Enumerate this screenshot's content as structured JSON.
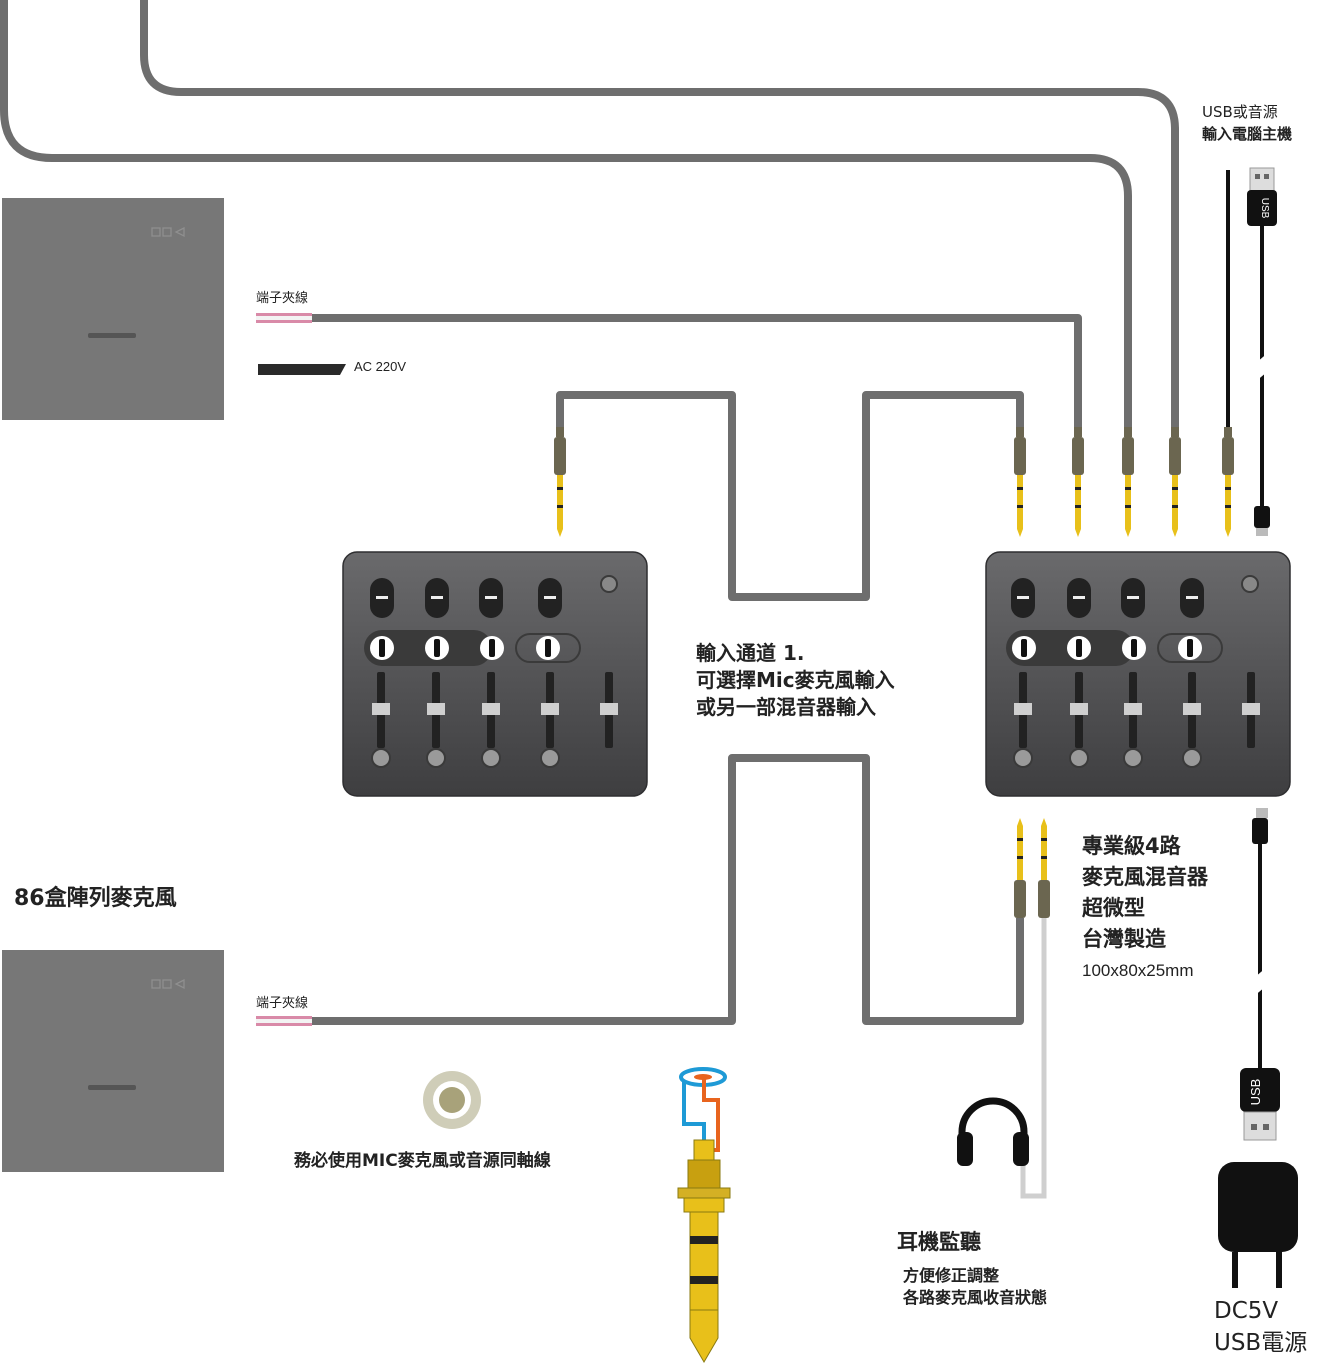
{
  "labels": {
    "usb_or_audio_to_pc": [
      "USB或音源",
      "輸入電腦主機"
    ],
    "terminal_wire_top": "端子夾線",
    "ac_220v": "AC 220V",
    "input_channel_1": [
      "輸入通道 1.",
      "可選擇Mic麥克風輸入",
      "或另一部混音器輸入"
    ],
    "box86_array_mic": "86盒陣列麥克風",
    "terminal_wire_bottom": "端子夾線",
    "mixer_description": [
      "專業級4路",
      "麥克風混音器",
      "超微型",
      "台灣製造"
    ],
    "mixer_dimensions": "100x80x25mm",
    "must_use_coax": "務必使用MIC麥克風或音源同軸線",
    "headphone_title": "耳機監聽",
    "headphone_desc": [
      "方便修正調整",
      "各路麥克風收音狀態"
    ],
    "power_label": [
      "DC5V",
      "USB電源"
    ],
    "usb_plug_text": "USB"
  },
  "colors": {
    "cable": "#6e6e6e",
    "mic_box": "#777777",
    "mixer_body": "#4f4f51",
    "gold": "#e8c01a",
    "headphone_cable": "#cfcfcf",
    "terminal_pink": "#d98aa8",
    "coax_blue": "#1e9ad6",
    "coax_orange": "#e8641e"
  }
}
